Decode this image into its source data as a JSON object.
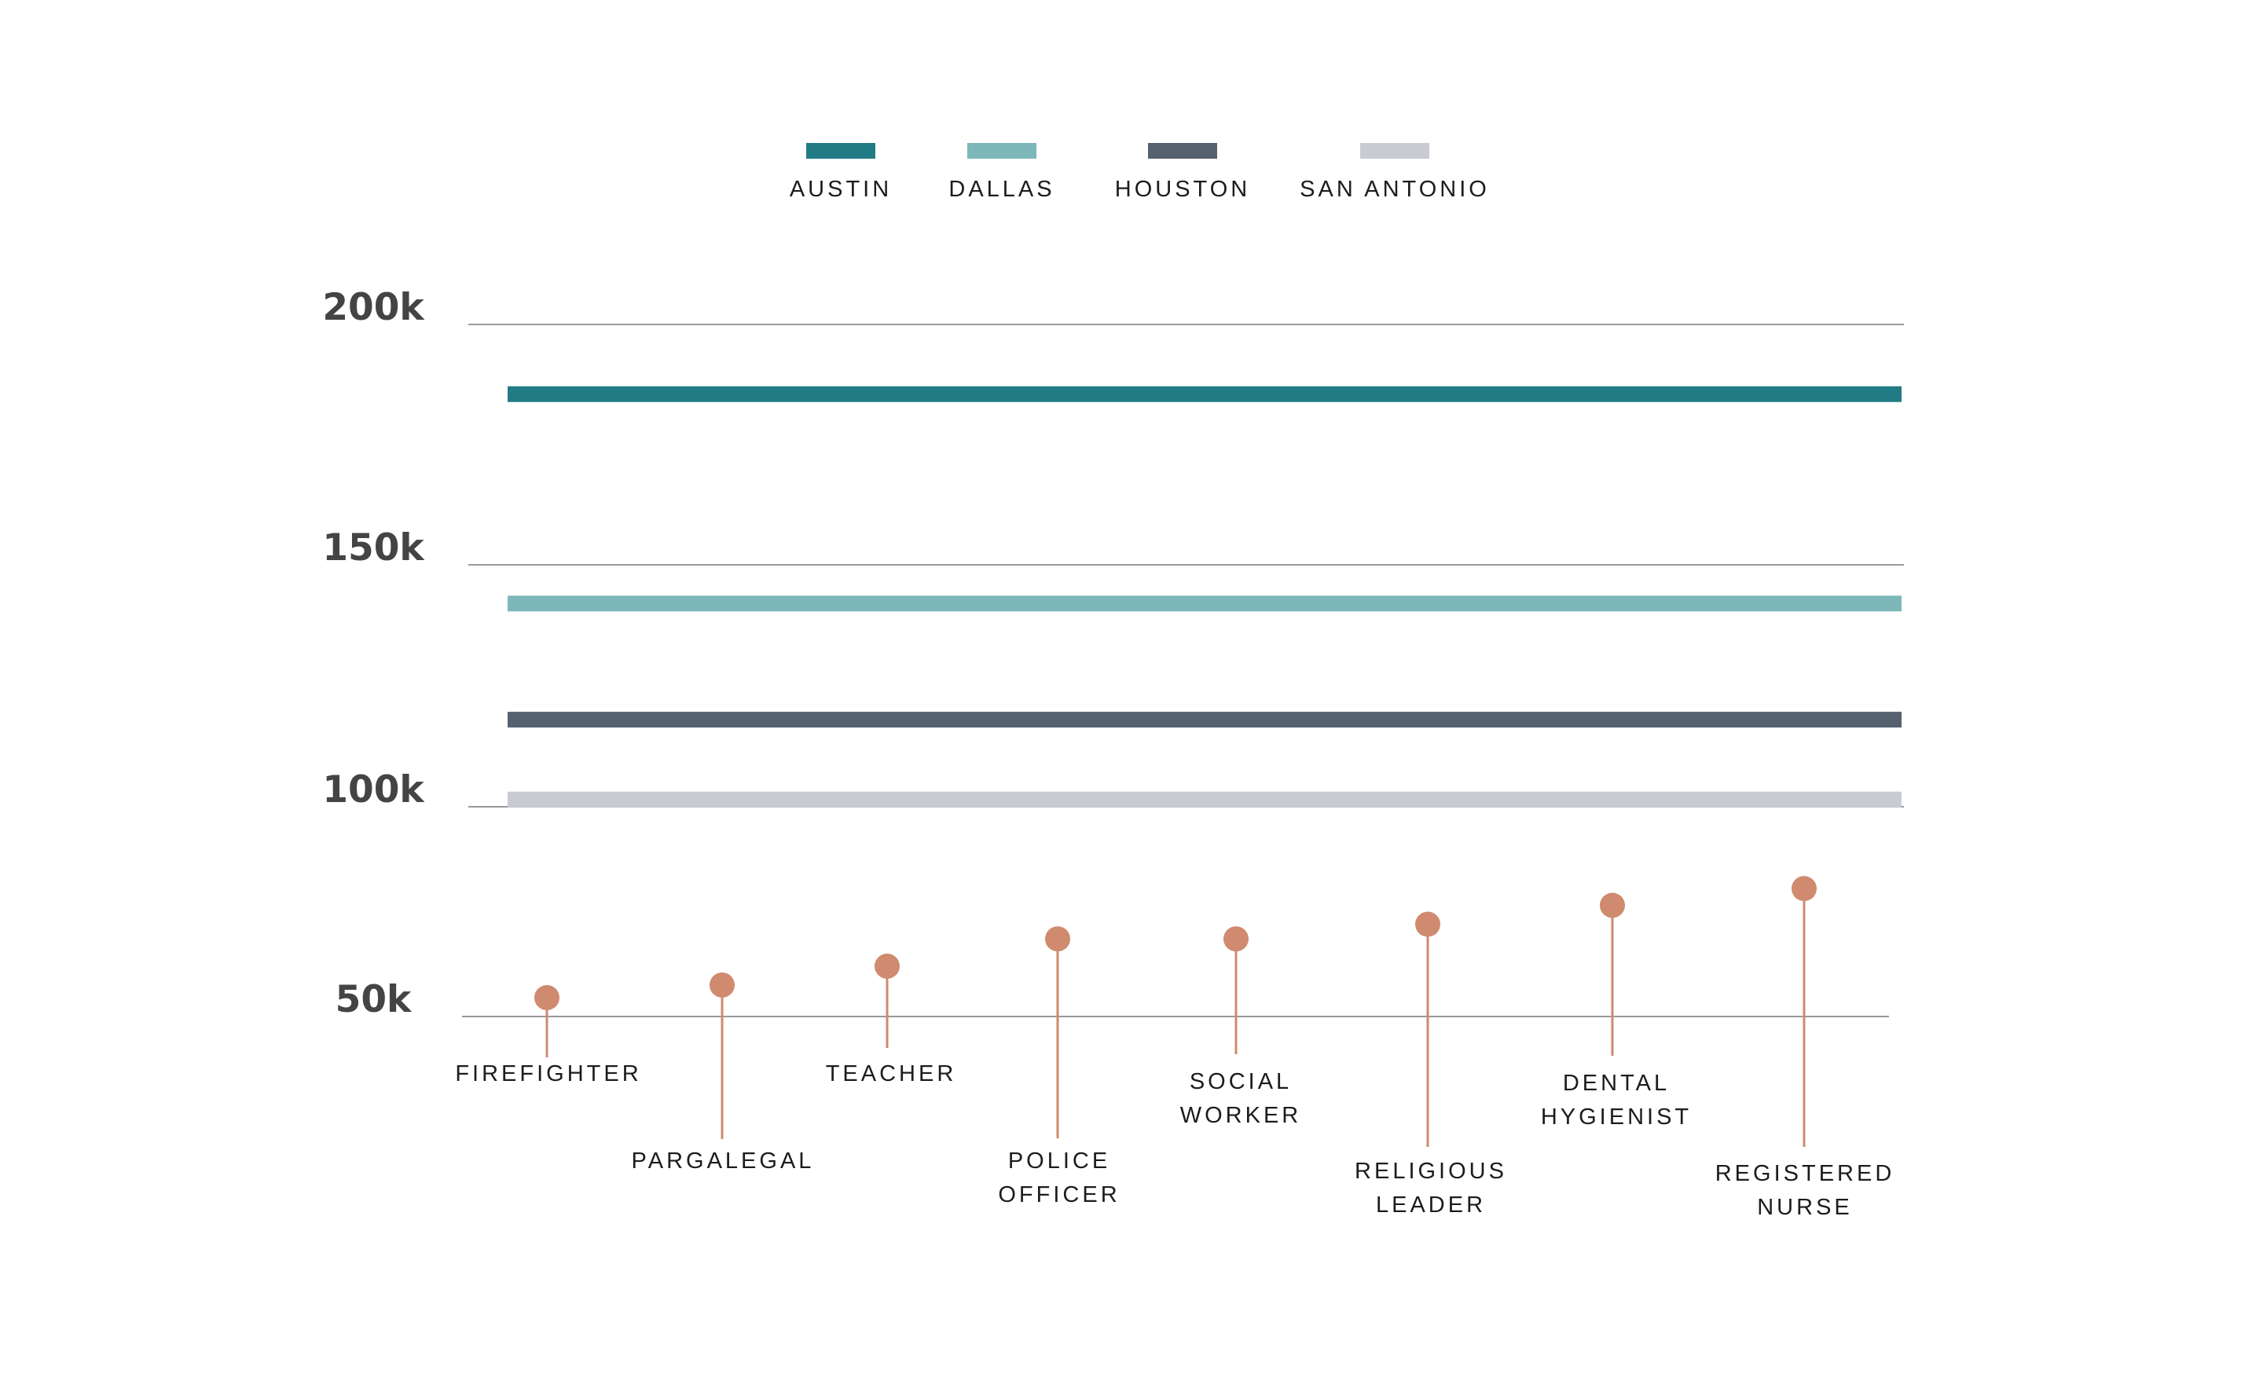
{
  "chart_data": {
    "type": "lollipop",
    "legend": [
      {
        "name": "AUSTIN",
        "color": "#217b85"
      },
      {
        "name": "DALLAS",
        "color": "#7eb7ba"
      },
      {
        "name": "HOUSTON",
        "color": "#56616f"
      },
      {
        "name": "SAN ANTONIO",
        "color": "#c8ccd2"
      }
    ],
    "reference_lines": [
      {
        "name": "AUSTIN",
        "value": 185500,
        "color": "#217b85"
      },
      {
        "name": "DALLAS",
        "value": 142000,
        "color": "#7eb7ba"
      },
      {
        "name": "HOUSTON",
        "value": 118000,
        "color": "#56616f"
      },
      {
        "name": "SAN ANTONIO",
        "value": 101500,
        "color": "#c8ccd2"
      }
    ],
    "y_ticks": [
      {
        "value": 200000,
        "label": "200k"
      },
      {
        "value": 150000,
        "label": "150k"
      },
      {
        "value": 100000,
        "label": "100k"
      },
      {
        "value": 50000,
        "label": "50k"
      }
    ],
    "ylim": [
      50000,
      200000
    ],
    "grid": true,
    "legend_position": "top-center",
    "marker_color": "#cf8a6f",
    "categories": [
      {
        "label": [
          "FIREFIGHTER"
        ],
        "value": 54500
      },
      {
        "label": [
          "PARGALEGAL"
        ],
        "value": 57500
      },
      {
        "label": [
          "TEACHER"
        ],
        "value": 62000
      },
      {
        "label": [
          "POLICE",
          "OFFICER"
        ],
        "value": 68500
      },
      {
        "label": [
          "SOCIAL",
          "WORKER"
        ],
        "value": 68500
      },
      {
        "label": [
          "RELIGIOUS",
          "LEADER"
        ],
        "value": 72000
      },
      {
        "label": [
          "DENTAL",
          "HYGIENIST"
        ],
        "value": 76500
      },
      {
        "label": [
          "REGISTERED",
          "NURSE"
        ],
        "value": 80500
      }
    ]
  }
}
